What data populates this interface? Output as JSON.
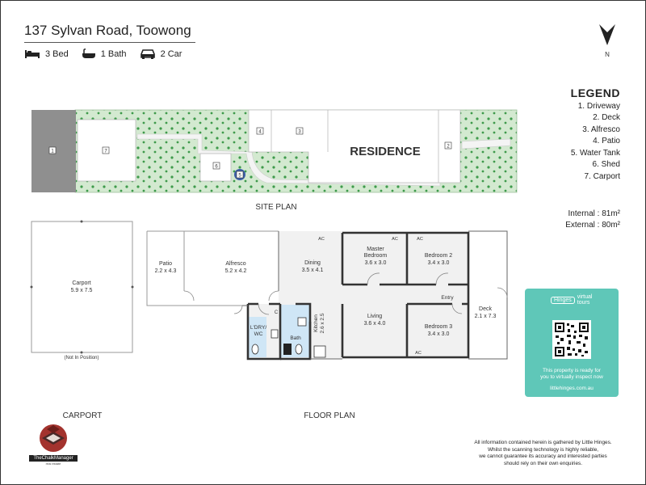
{
  "header": {
    "address": "137 Sylvan Road, Toowong",
    "features": [
      {
        "icon": "bed-icon",
        "label": "3 Bed"
      },
      {
        "icon": "bath-icon",
        "label": "1 Bath"
      },
      {
        "icon": "car-icon",
        "label": "2 Car"
      }
    ],
    "north_label": "N"
  },
  "legend": {
    "title": "LEGEND",
    "items": [
      "1. Driveway",
      "2. Deck",
      "3. Alfresco",
      "4. Patio",
      "5. Water Tank",
      "6. Shed",
      "7. Carport"
    ]
  },
  "areas": {
    "internal": "Internal : 81m²",
    "external": "External : 80m²"
  },
  "site_plan": {
    "label": "SITE PLAN",
    "residence": "RESIDENCE",
    "markers": [
      "1",
      "7",
      "6",
      "5",
      "4",
      "3",
      "2"
    ]
  },
  "floor_plan": {
    "label": "FLOOR PLAN",
    "carport_label": "CARPORT",
    "carport": {
      "name": "Carport",
      "dims": "5.9 x 7.5",
      "note": "(Not In Position)"
    },
    "rooms": {
      "patio": {
        "name": "Patio",
        "dims": "2.2 x 4.3"
      },
      "alfresco": {
        "name": "Alfresco",
        "dims": "5.2 x 4.2"
      },
      "dining": {
        "name": "Dining",
        "dims": "3.5 x 4.1"
      },
      "master": {
        "name1": "Master",
        "name2": "Bedroom",
        "dims": "3.6 x 3.0"
      },
      "bed2": {
        "name": "Bedroom 2",
        "dims": "3.4 x 3.0"
      },
      "living": {
        "name": "Living",
        "dims": "3.6 x 4.0"
      },
      "bed3": {
        "name": "Bedroom 3",
        "dims": "3.4 x 3.0"
      },
      "deck": {
        "name": "Deck",
        "dims": "2.1 x 7.3"
      },
      "laundry": {
        "name1": "L'DRY/",
        "name2": "WC"
      },
      "bath": {
        "name": "Bath"
      },
      "kitchen": {
        "name": "Kitchen",
        "dims": "2.6 x 2.5"
      },
      "entry": {
        "name": "Entry"
      }
    },
    "ac": "AC",
    "c": "C"
  },
  "hinges_card": {
    "brand": "Hinges",
    "virtual": "virtual",
    "tours": "tours",
    "text1": "This property is ready for",
    "text2": "you to virtually inspect now",
    "url": "littlehinges.com.au"
  },
  "logo": {
    "name": "TheChalkManager",
    "sub": "real estate"
  },
  "disclaimer": {
    "line1": "All information contained herein is gathered by Little Hinges.",
    "line2": "Whilst the scanning technology is highly reliable,",
    "line3": "we cannot guarantee its accuracy and interested parties",
    "line4": "should rely on their own enquiries."
  },
  "colors": {
    "grass": "#d3e9d0",
    "grass_dot": "#3e9a4b",
    "driveway": "#8f8f8f",
    "wet_area": "#cfe6f6",
    "wall": "#333333",
    "hinges": "#5fc7b8"
  }
}
